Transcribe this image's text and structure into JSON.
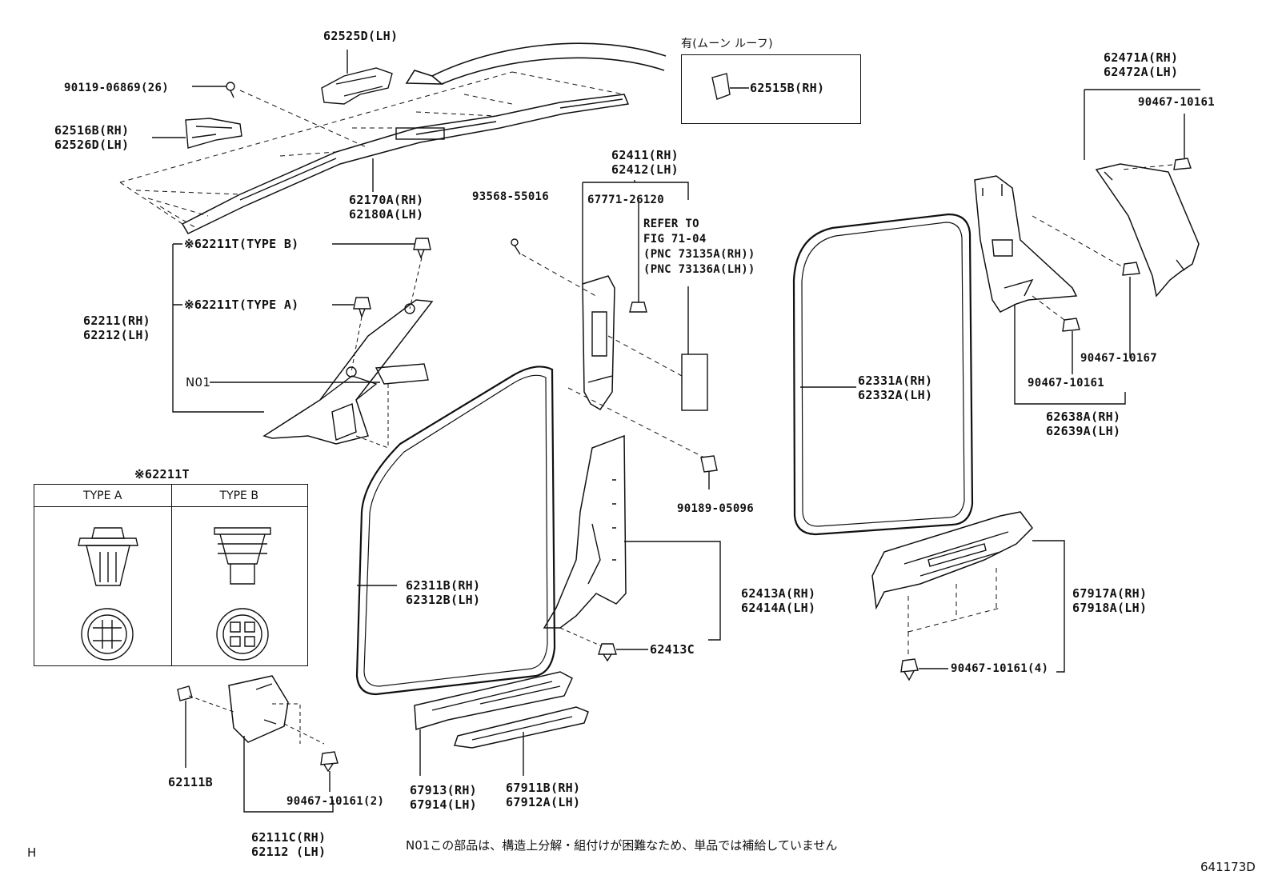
{
  "labels": {
    "p62525D": "62525D(LH)",
    "p90119": "90119-06869(26)",
    "p62516B": [
      "62516B(RH)",
      "62526D(LH)"
    ],
    "p62170A": [
      "62170A(RH)",
      "62180A(LH)"
    ],
    "p62211T_b": "※62211T(TYPE B)",
    "p62211T_a": "※62211T(TYPE A)",
    "p62211": [
      "62211(RH)",
      "62212(LH)"
    ],
    "n01": "N01",
    "moonroof_note": "有(ムーン ルーフ)",
    "p62515B": "62515B(RH)",
    "p93568": "93568-55016",
    "p62411": [
      "62411(RH)",
      "62412(LH)"
    ],
    "p67771": "67771-26120",
    "refer": [
      "REFER TO",
      "FIG 71-04",
      "(PNC 73135A(RH))",
      "(PNC 73136A(LH))"
    ],
    "p62471A": [
      "62471A(RH)",
      "62472A(LH)"
    ],
    "p90467_top": "90467-10161",
    "p90467_10167": "90467-10167",
    "p90467_mid": "90467-10161",
    "p62638A": [
      "62638A(RH)",
      "62639A(LH)"
    ],
    "p62331A": [
      "62331A(RH)",
      "62332A(LH)"
    ],
    "p90189": "90189-05096",
    "p62311B": [
      "62311B(RH)",
      "62312B(LH)"
    ],
    "p62413A": [
      "62413A(RH)",
      "62414A(LH)"
    ],
    "p62413C": "62413C",
    "p67917A": [
      "67917A(RH)",
      "67918A(LH)"
    ],
    "p90467_4": "90467-10161(4)",
    "p62111B": "62111B",
    "p90467_2": "90467-10161(2)",
    "p67913": [
      "67913(RH)",
      "67914(LH)"
    ],
    "p67911B": [
      "67911B(RH)",
      "67912A(LH)"
    ],
    "p62111C": [
      "62111C(RH)",
      "62112  (LH)"
    ]
  },
  "table": {
    "title": "※62211T",
    "col_a": "TYPE A",
    "col_b": "TYPE B"
  },
  "footer": {
    "corner": "H",
    "note": "N01この部品は、構造上分解・組付けが困難なため、単品では補給していません",
    "figure_id": "641173D"
  }
}
